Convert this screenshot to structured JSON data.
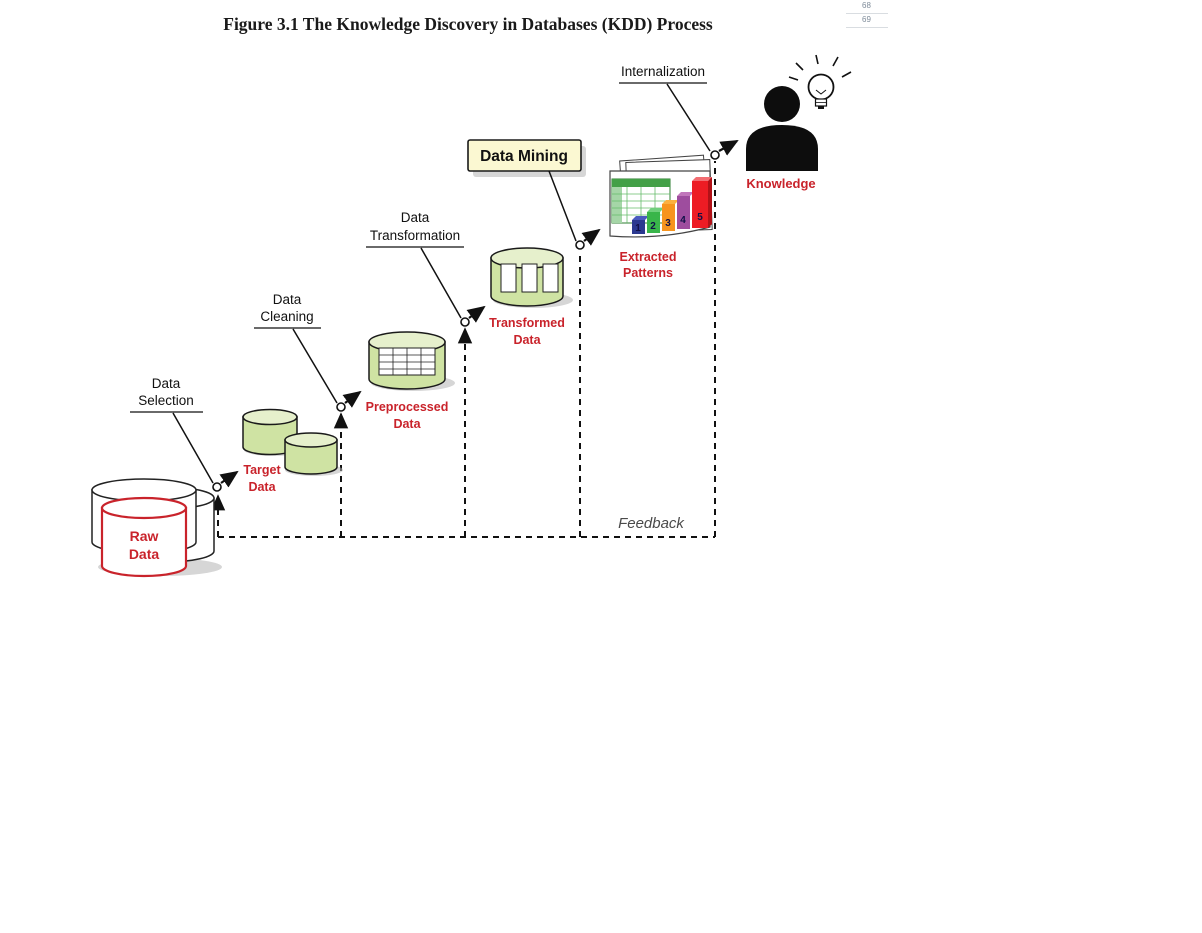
{
  "page": {
    "title": "Figure 3.1 The Knowledge Discovery in Databases (KDD) Process",
    "page_markers": [
      "68",
      "69"
    ]
  },
  "diagram": {
    "stage_labels": {
      "data_selection": [
        "Data",
        "Selection"
      ],
      "data_cleaning": [
        "Data",
        "Cleaning"
      ],
      "data_transformation": [
        "Data",
        "Transformation"
      ],
      "data_mining": "Data Mining",
      "internalization": "Internalization"
    },
    "artifact_labels": {
      "raw_data": [
        "Raw",
        "Data"
      ],
      "target_data": [
        "Target",
        "Data"
      ],
      "preprocessed_data": [
        "Preprocessed",
        "Data"
      ],
      "transformed_data": [
        "Transformed",
        "Data"
      ],
      "extracted_patterns": [
        "Extracted",
        "Patterns"
      ],
      "knowledge": "Knowledge"
    },
    "feedback_label": "Feedback",
    "pattern_bar_numbers": [
      "1",
      "2",
      "3",
      "4",
      "5"
    ],
    "colors": {
      "label_red": "#c9232b",
      "cylinder_green": "#cfe3a3",
      "cylinder_green_top": "#e6f0cc",
      "data_mining_bg": "#fbf8d2",
      "feedback_gray": "#4a4a4a",
      "page_marker_gray": "#7e8b99",
      "bar_colors": [
        "#2b3990",
        "#39b54a",
        "#f7941e",
        "#9e4d9e",
        "#ed1c24"
      ]
    }
  }
}
